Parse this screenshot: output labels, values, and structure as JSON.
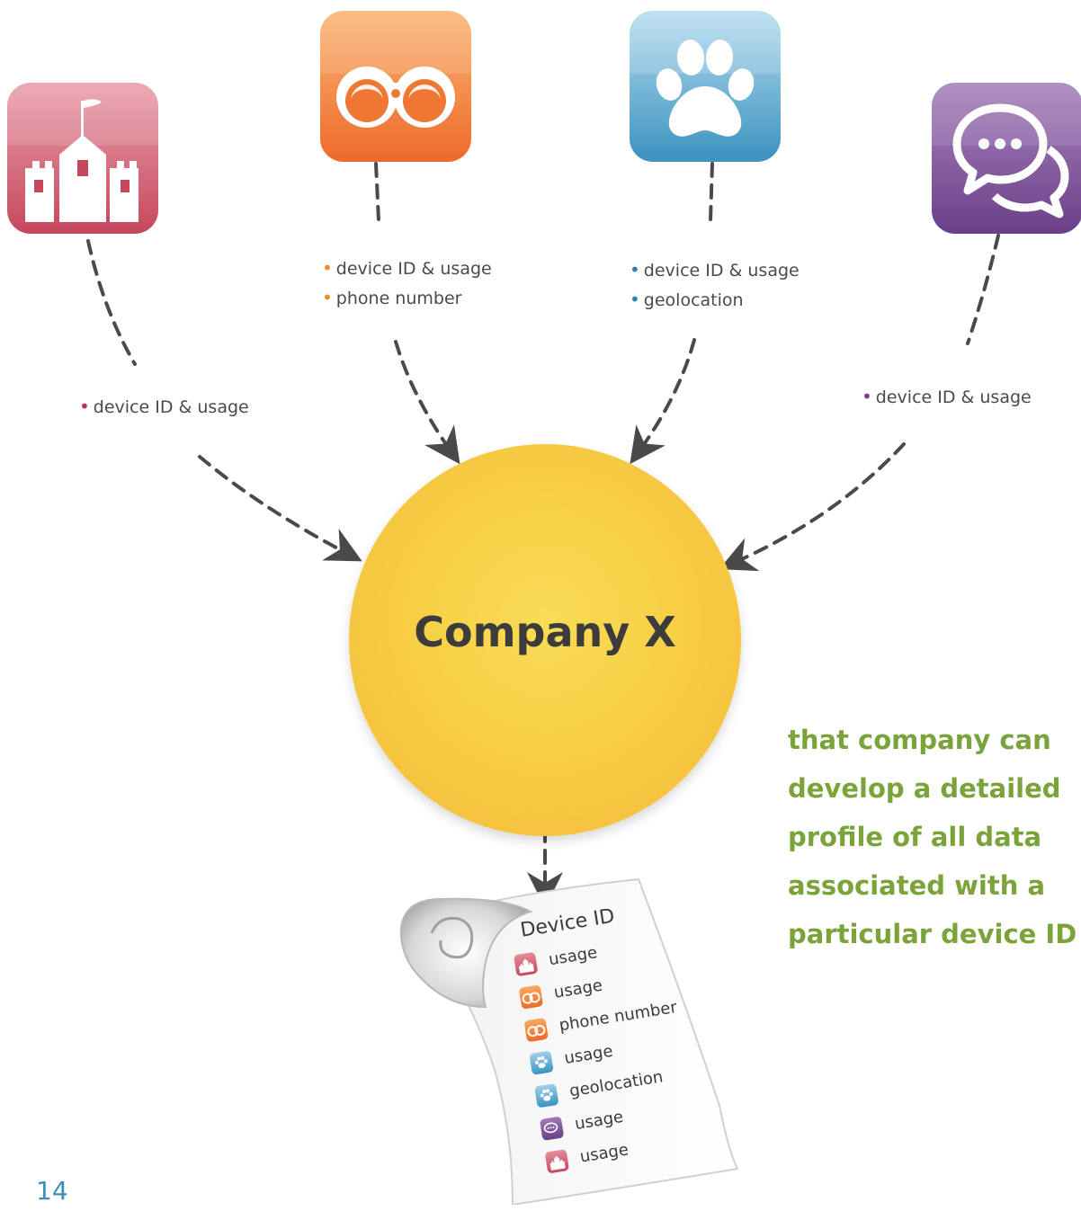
{
  "sources": [
    {
      "id": "castle",
      "icon": "castle-icon",
      "color_top": "#e68c9a",
      "color_bottom": "#c5485d",
      "bullet_color": "#c0305a",
      "labels": [
        "device ID & usage"
      ]
    },
    {
      "id": "binoculars",
      "icon": "binoculars-icon",
      "color_top": "#f8a860",
      "color_bottom": "#ee6a2a",
      "bullet_color": "#f08a2a",
      "labels": [
        "device ID & usage",
        "phone number"
      ]
    },
    {
      "id": "paw",
      "icon": "paw-icon",
      "color_top": "#9fd1ea",
      "color_bottom": "#3b93bf",
      "bullet_color": "#2d7fb8",
      "labels": [
        "device ID & usage",
        "geolocation"
      ]
    },
    {
      "id": "chat",
      "icon": "chat-bubbles-icon",
      "color_top": "#a07ab6",
      "color_bottom": "#6a3f88",
      "bullet_color": "#7a3f8a",
      "labels": [
        "device ID & usage"
      ]
    }
  ],
  "bullet_char": "•",
  "company": {
    "label": "Company X",
    "color": "#f6c845"
  },
  "note": {
    "lines": [
      "that company can",
      "develop a detailed",
      "profile of all data",
      "associated with a",
      "particular device ID"
    ],
    "color": "#7aa43a"
  },
  "profile_scroll": {
    "title": "Device ID",
    "rows": [
      {
        "source": "castle",
        "text": "usage"
      },
      {
        "source": "binoculars",
        "text": "usage"
      },
      {
        "source": "binoculars",
        "text": "phone number"
      },
      {
        "source": "paw",
        "text": "usage"
      },
      {
        "source": "paw",
        "text": "geolocation"
      },
      {
        "source": "chat",
        "text": "usage"
      },
      {
        "source": "castle",
        "text": "usage"
      }
    ]
  },
  "page_number": "14"
}
